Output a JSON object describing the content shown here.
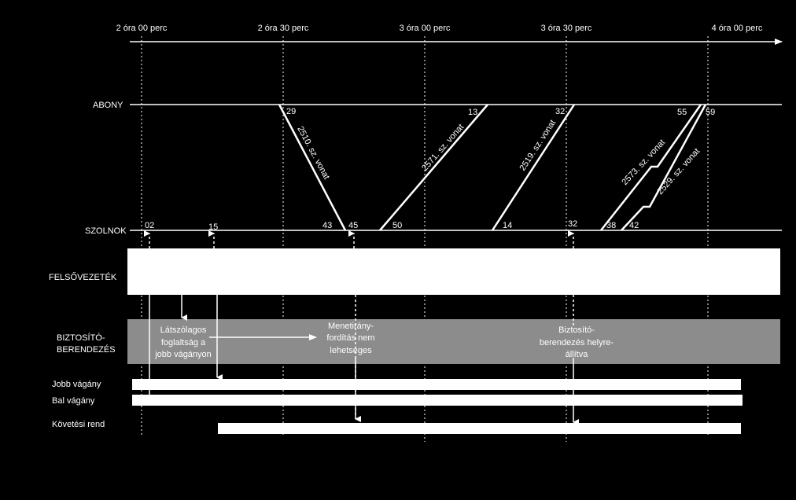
{
  "time_axis": {
    "ticks": [
      "2 óra 00 perc",
      "2 óra 30 perc",
      "3 óra 00 perc",
      "3 óra 30 perc",
      "4 óra 00 perc"
    ]
  },
  "stations": {
    "abony": "ABONY",
    "szolnok": "SZOLNOK"
  },
  "rows": {
    "felsovezetek": "FELSŐVEZETÉK",
    "biztosito_line1": "BIZTOSÍTÓ-",
    "biztosito_line2": "BERENDEZÉS",
    "jobb": "Jobb vágány",
    "bal": "Bal vágány",
    "koveto": "Követési rend"
  },
  "trains": {
    "t2510": "2510. sz. vonat",
    "t2571": "2571. sz. vonat",
    "t2519": "2519. sz. vonat",
    "t2573": "2573. sz. vonat",
    "t2529": "2529. sz. vonat"
  },
  "minutes_abony": {
    "m29": "29",
    "m13": "13",
    "m32": "32",
    "m55": "55",
    "m59": "59"
  },
  "minutes_szolnok": {
    "m02": "02",
    "m15": "15",
    "m43": "43",
    "m45": "45",
    "m50": "50",
    "m14": "14",
    "m32": "32",
    "m38": "38",
    "m42": "42"
  },
  "notes": {
    "latszolagos": [
      "Látszólagos",
      "foglaltság a",
      "jobb vágányon"
    ],
    "menetirany": [
      "Menetirány-",
      "fordítás nem",
      "lehetséges"
    ],
    "biztosito": [
      "Biztosító-",
      "berendezés helyre-",
      "állítva"
    ]
  },
  "colors": {
    "background": "#000000",
    "line": "#ffffff",
    "band_gray": "#8c8c8c"
  }
}
